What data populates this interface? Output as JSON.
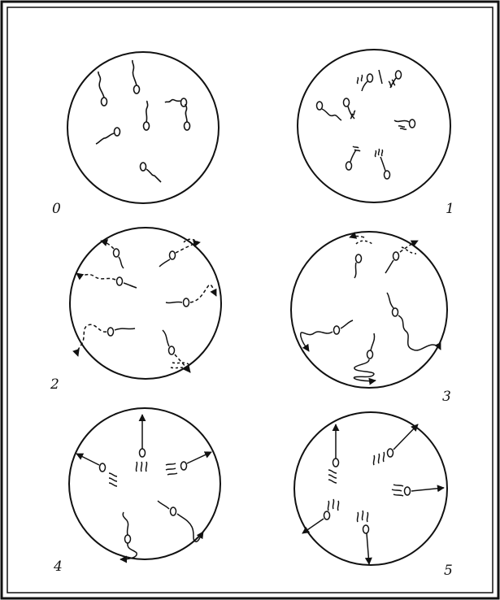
{
  "figure": {
    "panels": [
      {
        "label": "0"
      },
      {
        "label": "1"
      },
      {
        "label": "2"
      },
      {
        "label": "3"
      },
      {
        "label": "4"
      },
      {
        "label": "5"
      }
    ]
  }
}
